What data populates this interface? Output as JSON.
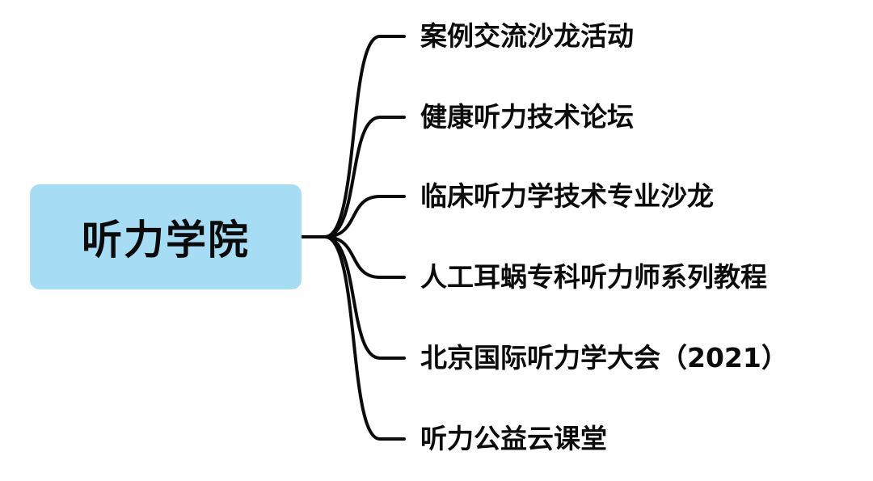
{
  "colors": {
    "root_fill": "#a7dcf5",
    "line": "#0b0b0b",
    "text": "#0b0b0b",
    "background": "#ffffff"
  },
  "root": {
    "label": "听力学院"
  },
  "branches": [
    {
      "label": "案例交流沙龙活动"
    },
    {
      "label": "健康听力技术论坛"
    },
    {
      "label": "临床听力学技术专业沙龙"
    },
    {
      "label": "人工耳蜗专科听力师系列教程"
    },
    {
      "label": "北京国际听力学大会（2021）"
    },
    {
      "label": "听力公益云课堂"
    }
  ]
}
